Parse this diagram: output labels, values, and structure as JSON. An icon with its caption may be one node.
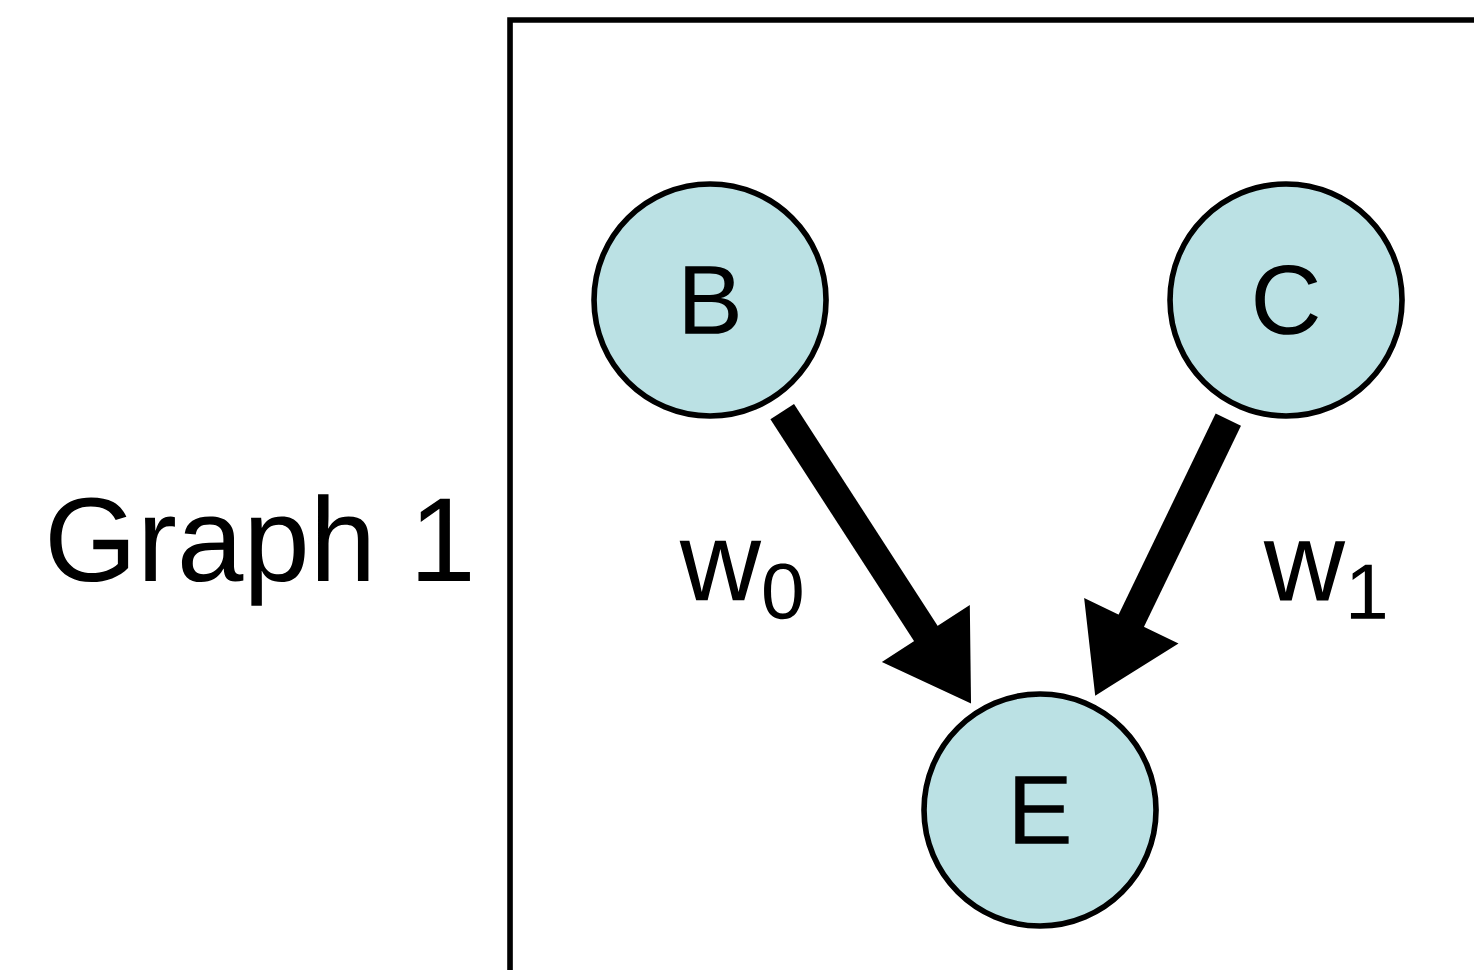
{
  "diagram": {
    "nodes": [
      {
        "text": [
          "B"
        ]
      },
      {
        "text": [
          "C"
        ]
      },
      {
        "text": [
          "E"
        ]
      }
    ],
    "edges": [
      {
        "from": 0,
        "to": 2,
        "arrow": "to",
        "label": "w$_{0}$"
      },
      {
        "from": 1,
        "to": 2,
        "arrow": "to",
        "label": "w$_{1}$"
      }
    ],
    "labels": [
      "Graph 1"
    ]
  }
}
